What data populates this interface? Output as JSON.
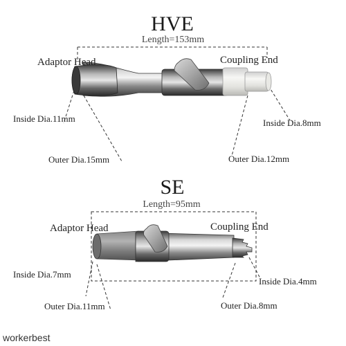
{
  "hve": {
    "title": "HVE",
    "length": "Length=153mm",
    "adaptor": "Adaptor Head",
    "coupling": "Coupling End",
    "inside_adaptor": "Inside Dia.11mm",
    "outer_adaptor": "Outer Dia.15mm",
    "inside_coupling": "Inside Dia.8mm",
    "outer_coupling": "Outer Dia.12mm"
  },
  "se": {
    "title": "SE",
    "length": "Length=95mm",
    "adaptor": "Adaptor Head",
    "coupling": "Coupling End",
    "inside_adaptor": "Inside Dia.7mm",
    "outer_adaptor": "Outer Dia.11mm",
    "inside_coupling": "Inside Dia.4mm",
    "outer_coupling": "Outer Dia.8mm"
  },
  "watermark": "workerbest"
}
